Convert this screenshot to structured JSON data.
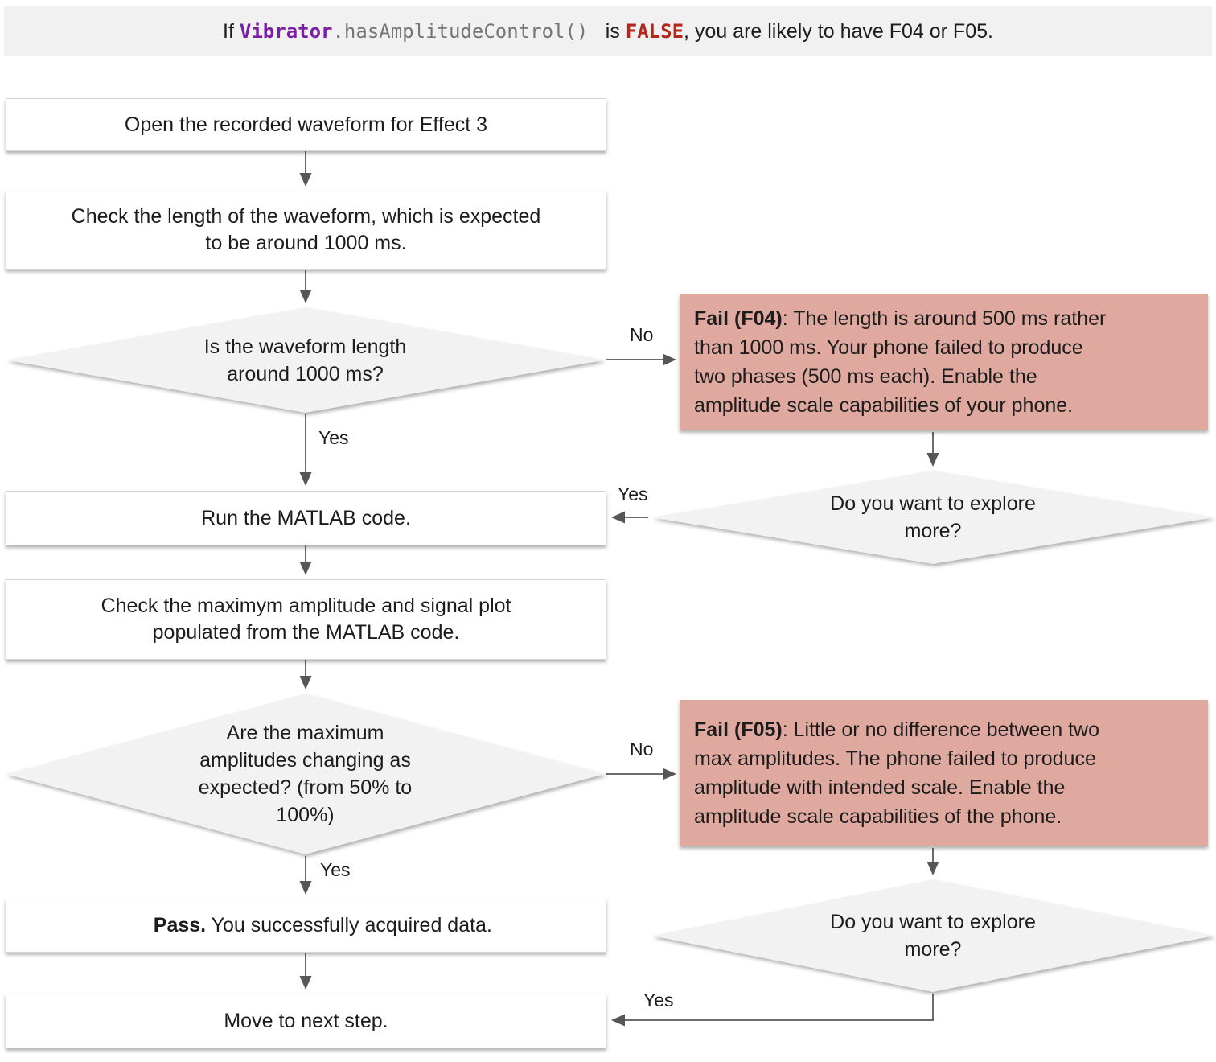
{
  "banner": {
    "text_prefix": "If ",
    "code_object": "Vibrator",
    "code_method": ".hasAmplitudeControl() ",
    "text_is": " is ",
    "code_false": "FALSE",
    "text_suffix": ", you are likely to have F04 or F05."
  },
  "steps": {
    "open_waveform": "Open the recorded waveform for Effect 3",
    "check_length_line1": "Check the length of the waveform, which is expected",
    "check_length_line2": "to be around 1000 ms.",
    "run_matlab": "Run the MATLAB code.",
    "check_amplitude_line1": "Check the maximym amplitude and signal plot",
    "check_amplitude_line2": "populated from the MATLAB code.",
    "pass_title": "Pass.",
    "pass_text": " You successfully acquired data.",
    "move_next": "Move to next step."
  },
  "decisions": {
    "length_line1": "Is the waveform length",
    "length_line2": "around 1000 ms?",
    "amplitude_line1": "Are the maximum",
    "amplitude_line2": "amplitudes changing as",
    "amplitude_line3": "expected? (from 50% to",
    "amplitude_line4": "100%)",
    "explore1_line1": "Do you want to explore",
    "explore1_line2": "more?",
    "explore2_line1": "Do you want to explore",
    "explore2_line2": "more?"
  },
  "fails": {
    "f04_title": "Fail (F04)",
    "f04_line1": ": The length is around 500 ms rather",
    "f04_line2": "than 1000 ms. Your phone failed to produce",
    "f04_line3": "two phases (500 ms each). Enable the",
    "f04_line4": "amplitude scale capabilities of your phone.",
    "f05_title": "Fail (F05)",
    "f05_line1": ": Little or no difference between two",
    "f05_line2": "max amplitudes. The phone failed to produce",
    "f05_line3": "amplitude with intended scale. Enable the",
    "f05_line4": "amplitude scale capabilities of the phone."
  },
  "labels": {
    "no_length": "No",
    "yes_length": "Yes",
    "yes_explore1": "Yes",
    "no_amplitude": "No",
    "yes_amplitude": "Yes",
    "yes_explore2": "Yes"
  },
  "colors": {
    "banner_bg": "#f1f1f1",
    "process_bg": "#ffffff",
    "process_border": "#d5d5d5",
    "diamond_bg": "#f2f2f2",
    "fail_bg": "#dfa9a0",
    "code_purple": "#7b1fa2",
    "code_red": "#b3271c",
    "code_gray": "#757575",
    "arrow": "#6b6b6b",
    "text": "#1c1c1c"
  }
}
